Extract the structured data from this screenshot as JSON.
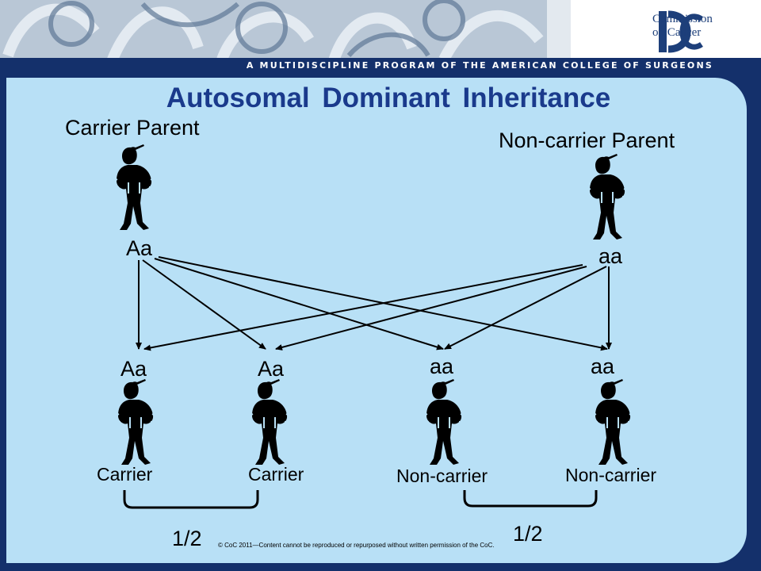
{
  "header": {
    "logo_text_line1": "Commission",
    "logo_text_line2": "on Cancer",
    "tagline": "A MULTIDISCIPLINE PROGRAM OF THE AMERICAN COLLEGE OF SURGEONS"
  },
  "slide": {
    "title": "Autosomal Dominant Inheritance",
    "parents": {
      "carrier_label": "Carrier Parent",
      "carrier_genotype": "Aa",
      "noncarrier_label": "Non-carrier Parent",
      "noncarrier_genotype": "aa"
    },
    "children": [
      {
        "genotype": "Aa",
        "status": "Carrier"
      },
      {
        "genotype": "Aa",
        "status": "Carrier"
      },
      {
        "genotype": "aa",
        "status": "Non-carrier"
      },
      {
        "genotype": "aa",
        "status": "Non-carrier"
      }
    ],
    "fractions": [
      "1/2",
      "1/2"
    ],
    "copyright": "© CoC 2011—Content cannot be reproduced or repurposed without written permission of the CoC."
  },
  "colors": {
    "navy": "#14306b",
    "panel": "#b8e0f6",
    "title": "#1a3a8c"
  }
}
